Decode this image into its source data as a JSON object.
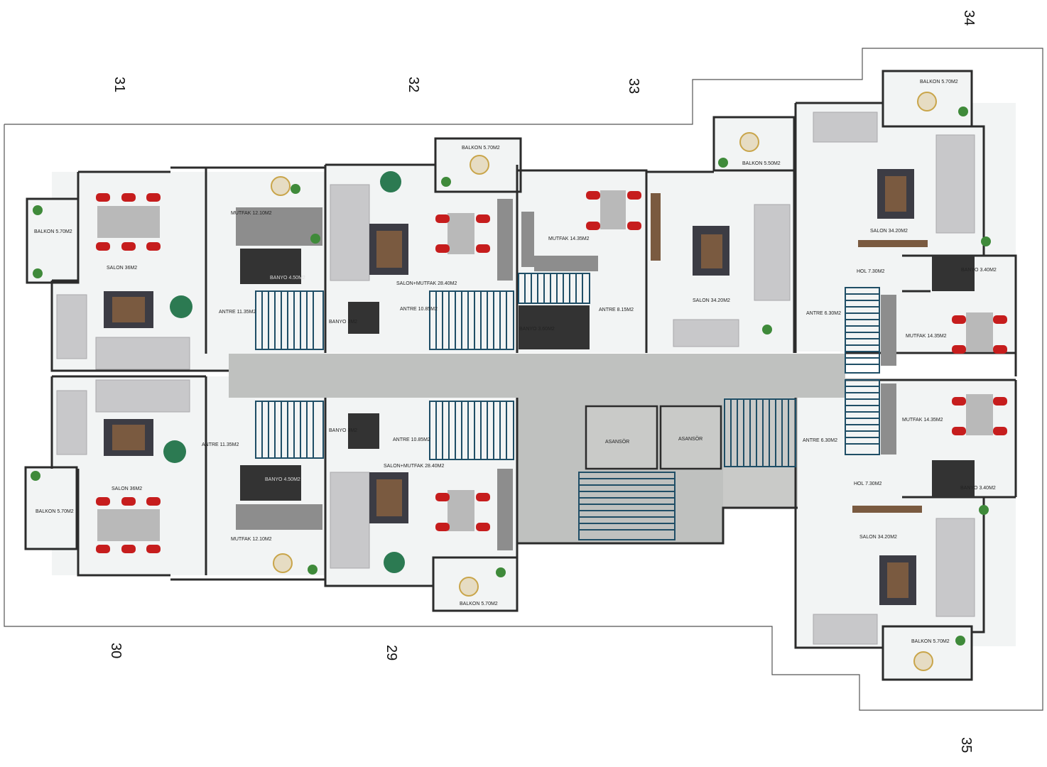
{
  "units": {
    "u31": "31",
    "u32": "32",
    "u33": "33",
    "u34": "34",
    "u30": "30",
    "u29": "29",
    "u35": "35"
  },
  "rooms": {
    "balkon_31": "BALKON 5.70M2",
    "salon_31": "SALON 36M2",
    "mutfak_31": "MUTFAK 12.10M2",
    "banyo_31": "BANYO 4.50M2",
    "antre_31": "ANTRE 11.35M2",
    "balkon_32": "BALKON 5.70M2",
    "salonmutfak_32": "SALON+MUTFAK 28.40M2",
    "antre_32": "ANTRE 10.85M2",
    "banyo_32": "BANYO 3M2",
    "mutfak_33": "MUTFAK 14.35M2",
    "banyo_33": "BANYO 3.60M2",
    "antre_33": "ANTRE 8.15M2",
    "balkon_33": "BALKON 5.50M2",
    "salon_33": "SALON 34.20M2",
    "balkon_34": "BALKON 5.70M2",
    "salon_34": "SALON 34.20M2",
    "hol_34": "HOL 7.30M2",
    "banyo_34": "BANYO 3.40M2",
    "antre_34": "ANTRE 6.30M2",
    "mutfak_34": "MUTFAK 14.35M2",
    "balkon_30": "BALKON 5.70M2",
    "salon_30": "SALON 36M2",
    "banyo_30": "BANYO 4.50M2",
    "antre_30": "ANTRE 11.35M2",
    "mutfak_30": "MUTFAK 12.10M2",
    "banyo_29": "BANYO 3M2",
    "antre_29": "ANTRE 10.85M2",
    "salonmutfak_29": "SALON+MUTFAK 28.40M2",
    "balkon_29": "BALKON 5.70M2",
    "asansor_1": "ASANSÖR",
    "asansor_2": "ASANSÖR",
    "mutfak_35": "MUTFAK 14.35M2",
    "antre_35": "ANTRE 6.30M2",
    "banyo_35": "BANYO 3.40M2",
    "hol_35": "HOL 7.30M2",
    "salon_35": "SALON 34.20M2",
    "balkon_35": "BALKON 5.70M2"
  },
  "colors": {
    "corridor": "#bfc1bf",
    "stairs": "#1f4e66",
    "dining_chairs": "#c61d1d",
    "armchair": "#2c7a52"
  }
}
